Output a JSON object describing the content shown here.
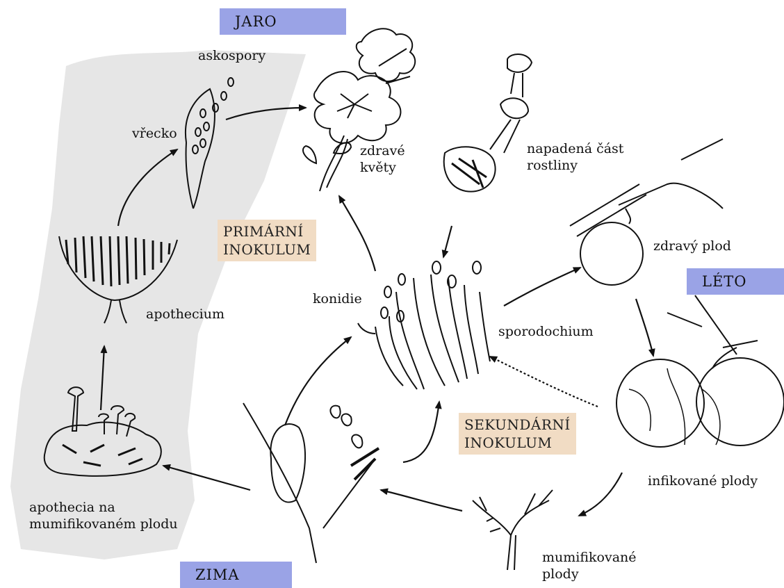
{
  "seasons": {
    "spring": "JARO",
    "summer": "LÉTO",
    "winter": "ZIMA"
  },
  "inoculum": {
    "primary": "PRIMÁRNÍ\nINOKULUM",
    "secondary": "SEKUNDÁRNÍ\nINOKULUM"
  },
  "labels": {
    "ascospores": "askospory",
    "ascus": "vřecko",
    "apothecium": "apothecium",
    "apothecia_mummy": "apothecia na\nmumifikovaném plodu",
    "healthy_flowers": "zdravé\nkvěty",
    "infected_part": "napadená část\nrostliny",
    "conidia": "konidie",
    "sporodochium": "sporodochium",
    "healthy_fruit": "zdravý plod",
    "infected_fruits": "infikované plody",
    "mummified_fruits": "mumifikované\nplody"
  },
  "colors": {
    "season_box": "#9aa3e6",
    "inoculum_box": "#f1dcc4",
    "ascospore_zone": "#e6e6e6",
    "ink": "#111111"
  }
}
